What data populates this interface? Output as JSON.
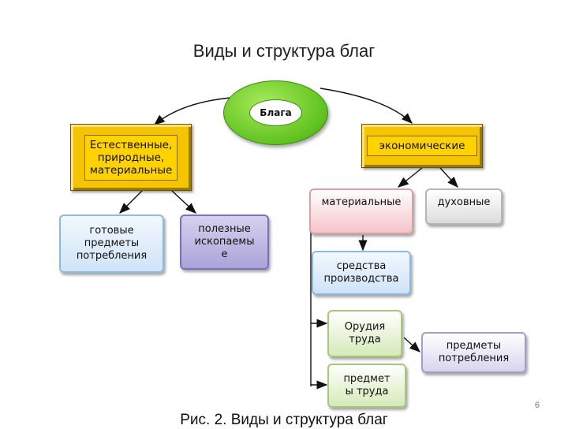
{
  "title": "Виды и структура благ",
  "center": "Блага",
  "natural": "Естественные,\nприродные,\nматериальные",
  "economic": "экономические",
  "ready_goods": "готовые\nпредметы\nпотребления",
  "minerals": "полезные\nископаемы\nе",
  "material": "материальные",
  "spiritual": "духовные",
  "means_production": "средства\nпроизводства",
  "tools": "Орудия\nтруда",
  "objects_of_labor": "предмет\nы труда",
  "consumer_goods": "предметы\nпотребления",
  "caption": "Рис. 2. Виды и структура благ",
  "page_number": "6"
}
